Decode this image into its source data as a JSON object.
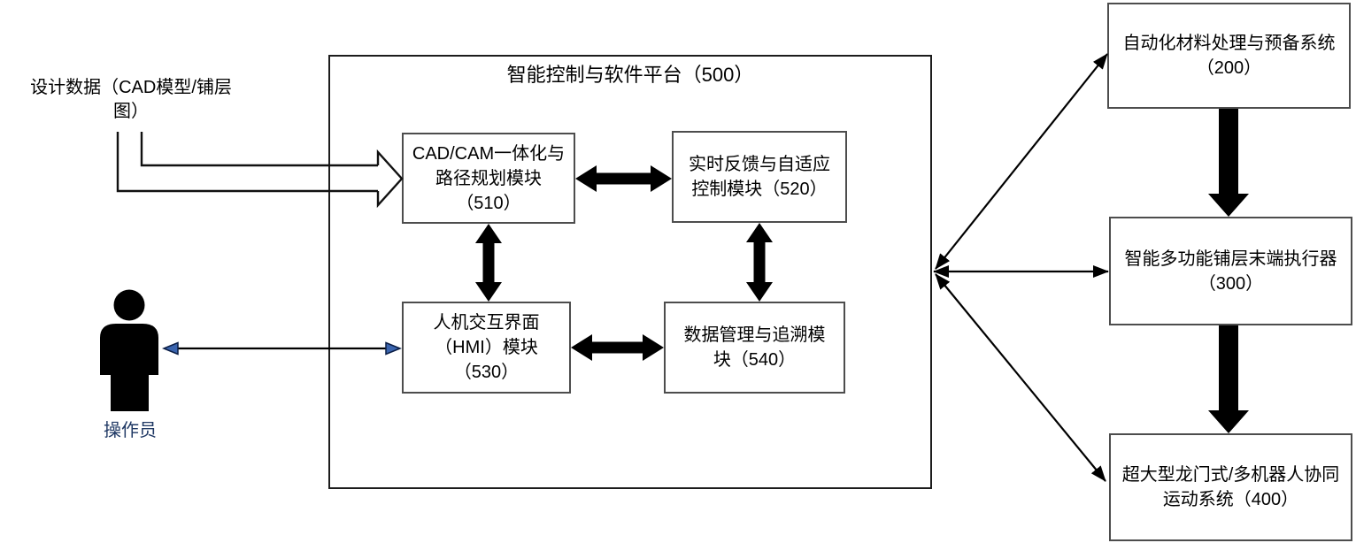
{
  "colors": {
    "line": "#000000",
    "blue_arrowhead": "#3a64ae",
    "operator_label": "#1f3864",
    "box_border": "#4d4d4d"
  },
  "design_data": {
    "lines": [
      "设计数据（CAD模型/铺层",
      "图）"
    ]
  },
  "operator": {
    "label": "操作员"
  },
  "platform": {
    "title": "智能控制与软件平台（500）",
    "modules": {
      "m510": {
        "lines": [
          "CAD/CAM一体化与",
          "路径规划模块",
          "（510）"
        ]
      },
      "m520": {
        "lines": [
          "实时反馈与自适应",
          "控制模块（520）"
        ]
      },
      "m530": {
        "lines": [
          "人机交互界面",
          "（HMI）模块",
          "（530）"
        ]
      },
      "m540": {
        "lines": [
          "数据管理与追溯模",
          "块（540）"
        ]
      }
    }
  },
  "external_systems": {
    "s200": {
      "lines": [
        "自动化材料处理与预备系统",
        "（200）"
      ]
    },
    "s300": {
      "lines": [
        "智能多功能铺层末端执行器",
        "（300）"
      ]
    },
    "s400": {
      "lines": [
        "超大型龙门式/多机器人协同",
        "运动系统（400）"
      ]
    }
  }
}
